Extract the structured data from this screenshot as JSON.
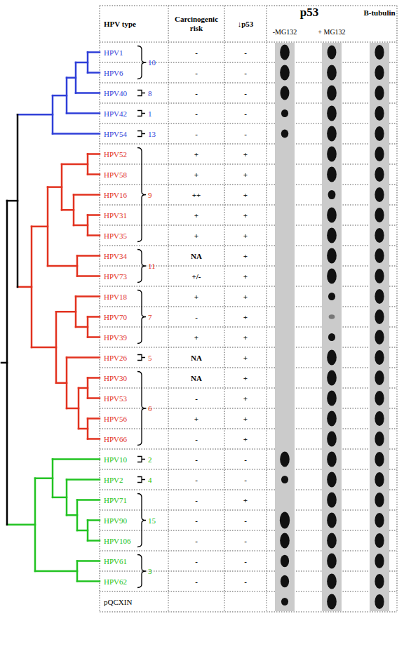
{
  "diagram": {
    "labels": [
      "HPV type",
      "Carcinogenic risk",
      "↓p53",
      "p53",
      "-MG132",
      "+ MG132",
      "B-tubulin",
      "HPV1",
      "10",
      "-",
      "-",
      "HPV6",
      "-",
      "-",
      "HPV40",
      "8",
      "-",
      "-",
      "HPV42",
      "1",
      "-",
      "-",
      "HPV54",
      "13",
      "-",
      "-",
      "HPV52",
      "+",
      "+",
      "HPV58",
      "+",
      "+",
      "HPV16",
      "9",
      "++",
      "+",
      "HPV31",
      "+",
      "+",
      "HPV35",
      "+",
      "+",
      "HPV34",
      "NA",
      "+",
      "HPV73",
      "11",
      "+/-",
      "+",
      "HPV18",
      "+",
      "+",
      "HPV70",
      "7",
      "-",
      "+",
      "HPV39",
      "+",
      "+",
      "HPV26",
      "5",
      "NA",
      "+",
      "HPV30",
      "NA",
      "+",
      "HPV53",
      "-",
      "+",
      "HPV56",
      "6",
      "+",
      "+",
      "HPV66",
      "-",
      "+",
      "HPV10",
      "2",
      "-",
      "-",
      "HPV2",
      "4",
      "-",
      "-",
      "HPV71",
      "-",
      "+",
      "HPV90",
      "15",
      "-",
      "-",
      "HPV106",
      "-",
      "-",
      "HPV61",
      "3",
      "-",
      "-",
      "HPV62",
      "-",
      "-",
      "pQCXIN"
    ]
  }
}
